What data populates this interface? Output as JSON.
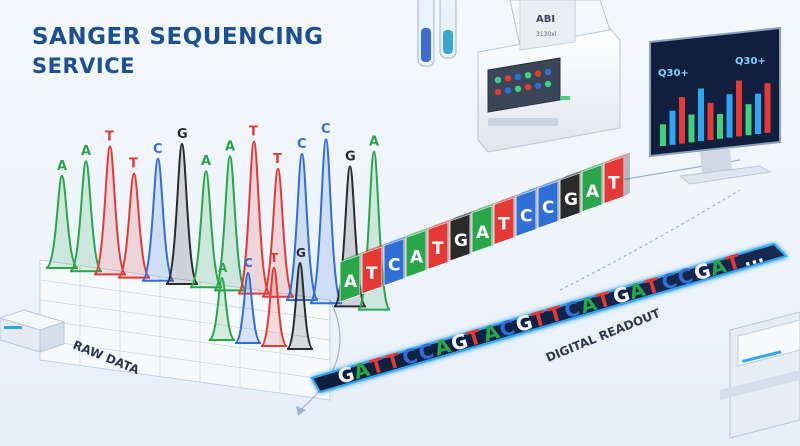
{
  "title": {
    "line1": "SANGER SEQUENCING",
    "line2": "SERVICE"
  },
  "colors": {
    "A": "#29a64a",
    "T": "#e53935",
    "C": "#2f6fd6",
    "G": "#2b2b2b",
    "title": "#1d4f93",
    "accent": "#2fa6f0",
    "panel_dark": "#0f1f3d"
  },
  "chromatogram": {
    "label": "RAW DATA",
    "back_row": [
      "A",
      "A",
      "T",
      "T",
      "C",
      "G",
      "A",
      "A",
      "T",
      "T",
      "C",
      "C",
      "G",
      "A"
    ],
    "front_row": [
      "A",
      "C",
      "T",
      "G"
    ]
  },
  "base_blocks": {
    "sequence": [
      "A",
      "T",
      "C",
      "A",
      "T",
      "G",
      "A",
      "T",
      "C",
      "C",
      "G",
      "A",
      "T"
    ]
  },
  "readout": {
    "label": "DIGITAL READOUT",
    "bases": [
      "G",
      "A",
      "T",
      "T",
      "C",
      "C",
      "A",
      "G",
      "T",
      "A",
      "C",
      "G",
      "T",
      "T",
      "C",
      "A",
      "T",
      "G",
      "A",
      "T",
      "C",
      "C",
      "G",
      "A",
      "T"
    ],
    "ellipsis": "..."
  },
  "instrument": {
    "brand": "ABI",
    "model": "3130xl"
  },
  "monitor": {
    "labels": [
      "Q30+",
      "Q30+"
    ],
    "bars": [
      0.35,
      0.55,
      0.75,
      0.45,
      0.85,
      0.6,
      0.4,
      0.7,
      0.9,
      0.5,
      0.65,
      0.8
    ]
  },
  "icons": [
    "sequencer-instrument-icon",
    "monitor-icon",
    "server-icon",
    "laptop-icon",
    "test-tube-icon"
  ]
}
